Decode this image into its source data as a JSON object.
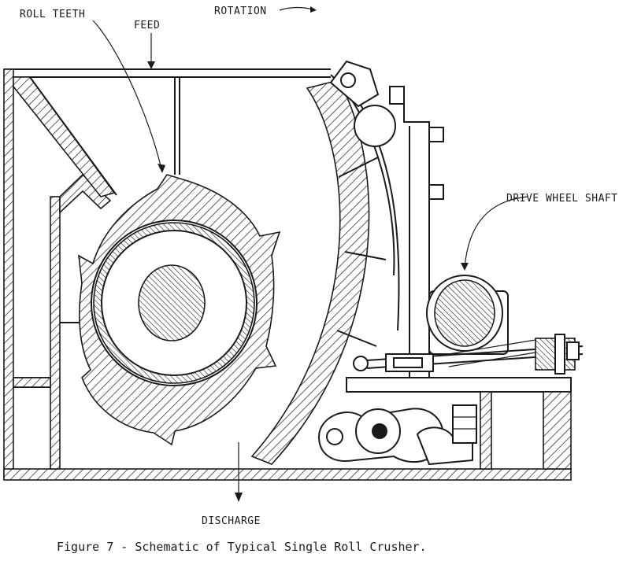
{
  "labels": {
    "roll_teeth": "ROLL TEETH",
    "feed": "FEED",
    "rotation": "ROTATION",
    "drive_wheel_shaft": "DRIVE WHEEL SHAFT",
    "discharge": "DISCHARGE"
  },
  "caption": "Figure 7 - Schematic of Typical Single Roll Crusher.",
  "colors": {
    "ink": "#1a1a1a",
    "paper": "#ffffff"
  }
}
